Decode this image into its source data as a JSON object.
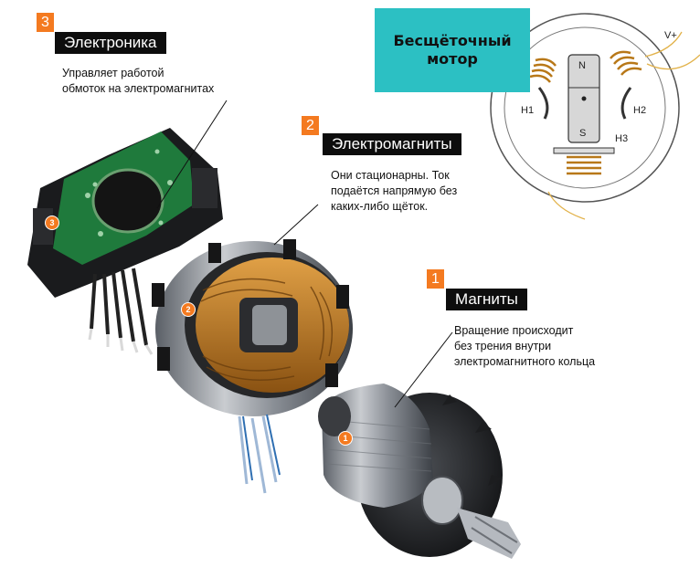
{
  "badge": {
    "line1": "Бесщёточный",
    "line2": "мотор"
  },
  "schematic": {
    "n": "N",
    "s": "S",
    "h1": "H1",
    "h2": "H2",
    "h3": "H3",
    "vplus": "V+"
  },
  "callouts": [
    {
      "num": "3",
      "title": "Электроника",
      "desc_lines": [
        "Управляет работой",
        "обмоток на электромагнитах"
      ]
    },
    {
      "num": "2",
      "title": "Электромагниты",
      "desc_lines": [
        "Они стационарны. Ток",
        "подаётся напрямую без",
        "каких-либо щёток."
      ]
    },
    {
      "num": "1",
      "title": "Магниты",
      "desc_lines": [
        "Вращение происходит",
        "без трения внутри",
        "электромагнитного кольца"
      ]
    }
  ],
  "part_markers": [
    "3",
    "2",
    "1"
  ],
  "colors": {
    "accent": "#f47a20",
    "badge": "#2cc0c3",
    "title_bg": "#0d0d0d"
  }
}
